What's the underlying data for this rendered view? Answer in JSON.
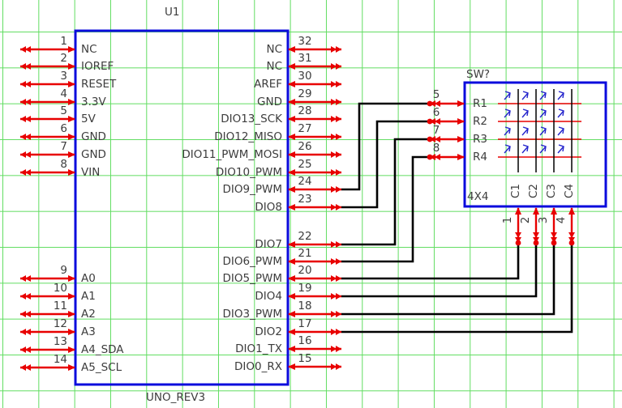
{
  "colors": {
    "grid": "#61dd61",
    "component_outline": "#0b0bdd",
    "pin": "#e80000",
    "wire": "#000000",
    "switch_symbol": "#2424cc",
    "text": "#3d3d3d"
  },
  "u1": {
    "ref": "U1",
    "value": "UNO_REV3",
    "left_pins": [
      {
        "num": "1",
        "name": "NC"
      },
      {
        "num": "2",
        "name": "IOREF"
      },
      {
        "num": "3",
        "name": "RESET"
      },
      {
        "num": "4",
        "name": "3.3V"
      },
      {
        "num": "5",
        "name": "5V"
      },
      {
        "num": "6",
        "name": "GND"
      },
      {
        "num": "7",
        "name": "GND"
      },
      {
        "num": "8",
        "name": "VIN"
      },
      {
        "num": "9",
        "name": "A0"
      },
      {
        "num": "10",
        "name": "A1"
      },
      {
        "num": "11",
        "name": "A2"
      },
      {
        "num": "12",
        "name": "A3"
      },
      {
        "num": "13",
        "name": "A4_SDA"
      },
      {
        "num": "14",
        "name": "A5_SCL"
      }
    ],
    "right_pins": [
      {
        "num": "32",
        "name": "NC"
      },
      {
        "num": "31",
        "name": "NC"
      },
      {
        "num": "30",
        "name": "AREF"
      },
      {
        "num": "29",
        "name": "GND"
      },
      {
        "num": "28",
        "name": "DIO13_SCK"
      },
      {
        "num": "27",
        "name": "DIO12_MISO"
      },
      {
        "num": "26",
        "name": "DIO11_PWM_MOSI"
      },
      {
        "num": "25",
        "name": "DIO10_PWM"
      },
      {
        "num": "24",
        "name": "DIO9_PWM"
      },
      {
        "num": "23",
        "name": "DIO8"
      },
      {
        "num": "22",
        "name": "DIO7"
      },
      {
        "num": "21",
        "name": "DIO6_PWM"
      },
      {
        "num": "20",
        "name": "DIO5_PWM"
      },
      {
        "num": "19",
        "name": "DIO4"
      },
      {
        "num": "18",
        "name": "DIO3_PWM"
      },
      {
        "num": "17",
        "name": "DIO2"
      },
      {
        "num": "16",
        "name": "DIO1_TX"
      },
      {
        "num": "15",
        "name": "DIO0_RX"
      }
    ]
  },
  "keypad": {
    "ref": "SW?",
    "value": "4X4",
    "row_pins": [
      {
        "num": "5",
        "name": "R1"
      },
      {
        "num": "6",
        "name": "R2"
      },
      {
        "num": "7",
        "name": "R3"
      },
      {
        "num": "8",
        "name": "R4"
      }
    ],
    "col_pins": [
      {
        "num": "1",
        "name": "C1"
      },
      {
        "num": "2",
        "name": "C2"
      },
      {
        "num": "3",
        "name": "C3"
      },
      {
        "num": "4",
        "name": "C4"
      }
    ]
  },
  "nets": [
    {
      "from": "U1.24 DIO9_PWM",
      "to": "SW?.5 R1"
    },
    {
      "from": "U1.23 DIO8",
      "to": "SW?.6 R2"
    },
    {
      "from": "U1.22 DIO7",
      "to": "SW?.7 R3"
    },
    {
      "from": "U1.21 DIO6_PWM",
      "to": "SW?.8 R4"
    },
    {
      "from": "U1.20 DIO5_PWM",
      "to": "SW?.1 C1"
    },
    {
      "from": "U1.19 DIO4",
      "to": "SW?.2 C2"
    },
    {
      "from": "U1.18 DIO3_PWM",
      "to": "SW?.3 C3"
    },
    {
      "from": "U1.17 DIO2",
      "to": "SW?.4 C4"
    }
  ]
}
